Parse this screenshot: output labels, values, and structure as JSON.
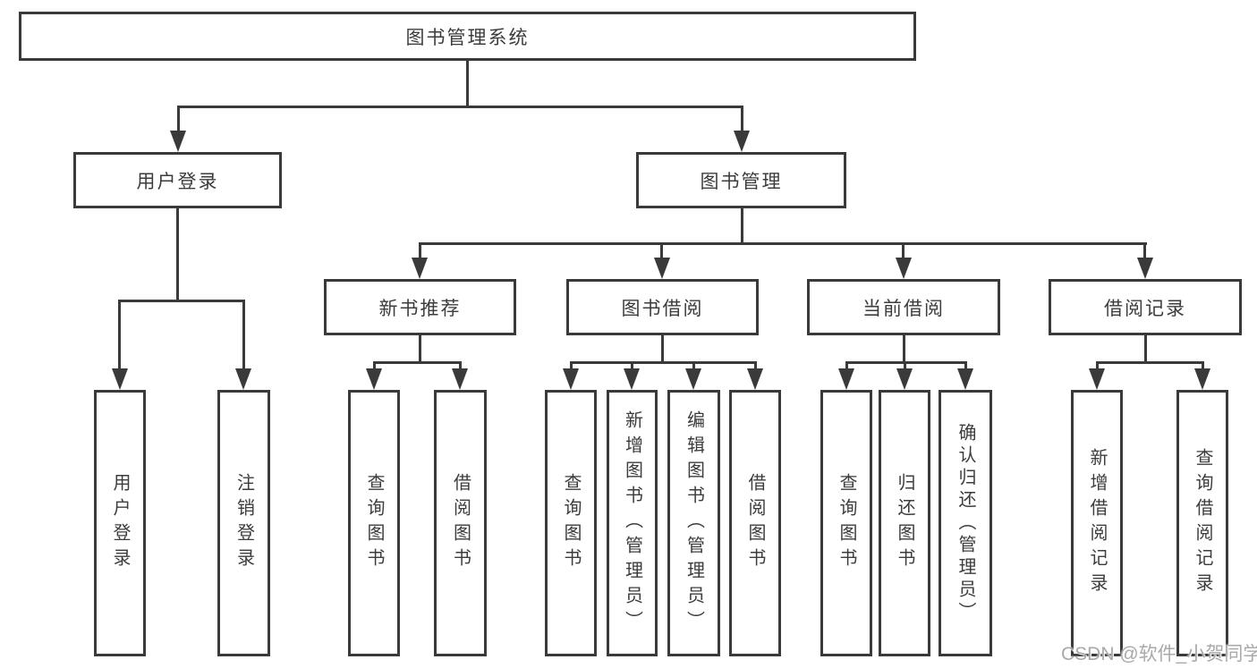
{
  "colors": {
    "line": "#3a3a3a",
    "text": "#3c3c3c",
    "watermark": "#a9a9a9",
    "background": "#ffffff"
  },
  "watermark": "CSDN @软件_小贺同学",
  "nodes": {
    "root": "图书管理系统",
    "level2": {
      "userLogin": "用户登录",
      "bookManagement": "图书管理"
    },
    "level3": {
      "newBookRecommend": "新书推荐",
      "bookBorrow": "图书借阅",
      "currentBorrow": "当前借阅",
      "borrowRecord": "借阅记录"
    },
    "userLoginChildren": {
      "userLogin": "用户登录",
      "logout": "注销登录"
    },
    "newBookChildren": {
      "queryBooks": "查询图书",
      "borrowBooks": "借阅图书"
    },
    "bookBorrowChildren": {
      "queryBooks": "查询图书",
      "addBooks": "新增图书（管理员）",
      "editBooks": "编辑图书（管理员）",
      "borrowBooks": "借阅图书"
    },
    "currentBorrowChildren": {
      "queryBooks": "查询图书",
      "returnBooks": "归还图书",
      "confirmReturn": "确认归还（管理员）"
    },
    "borrowRecordChildren": {
      "addRecord": "新增借阅记录",
      "queryRecord": "查询借阅记录"
    }
  }
}
